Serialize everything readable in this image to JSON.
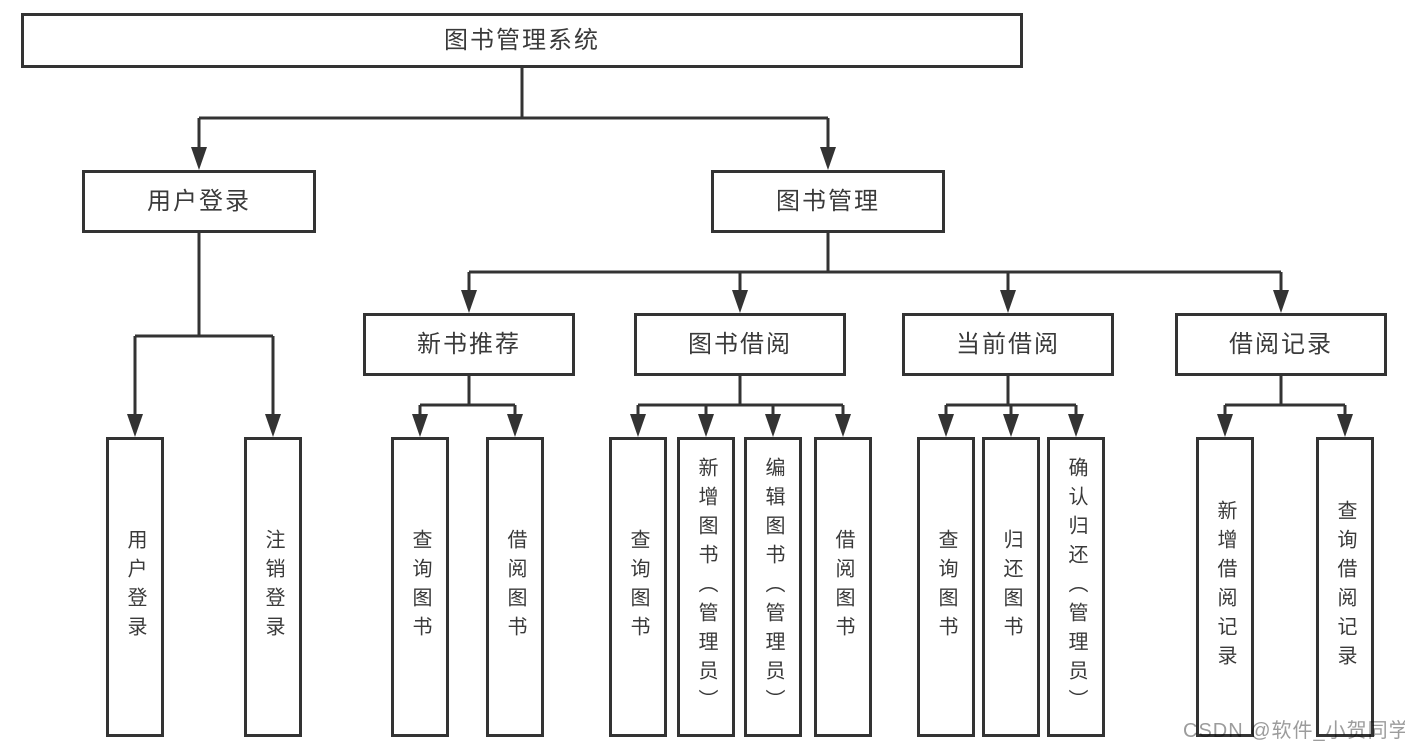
{
  "diagram": {
    "root": {
      "label": "图书管理系统"
    },
    "user_branch": {
      "label": "用户登录",
      "children": [
        {
          "label": "用户登录"
        },
        {
          "label": "注销登录"
        }
      ]
    },
    "book_branch": {
      "label": "图书管理",
      "sections": [
        {
          "label": "新书推荐",
          "children": [
            {
              "label": "查询图书"
            },
            {
              "label": "借阅图书"
            }
          ]
        },
        {
          "label": "图书借阅",
          "children": [
            {
              "label": "查询图书"
            },
            {
              "label": "新增图书（管理员）"
            },
            {
              "label": "编辑图书（管理员）"
            },
            {
              "label": "借阅图书"
            }
          ]
        },
        {
          "label": "当前借阅",
          "children": [
            {
              "label": "查询图书"
            },
            {
              "label": "归还图书"
            },
            {
              "label": "确认归还（管理员）"
            }
          ]
        },
        {
          "label": "借阅记录",
          "children": [
            {
              "label": "新增借阅记录"
            },
            {
              "label": "查询借阅记录"
            }
          ]
        }
      ]
    }
  },
  "watermark": {
    "text": "CSDN @软件_小贺同学"
  },
  "colors": {
    "line": "#333333",
    "text": "#3a3a3a",
    "background": "#ffffff",
    "watermark": "#9c9c9c"
  }
}
